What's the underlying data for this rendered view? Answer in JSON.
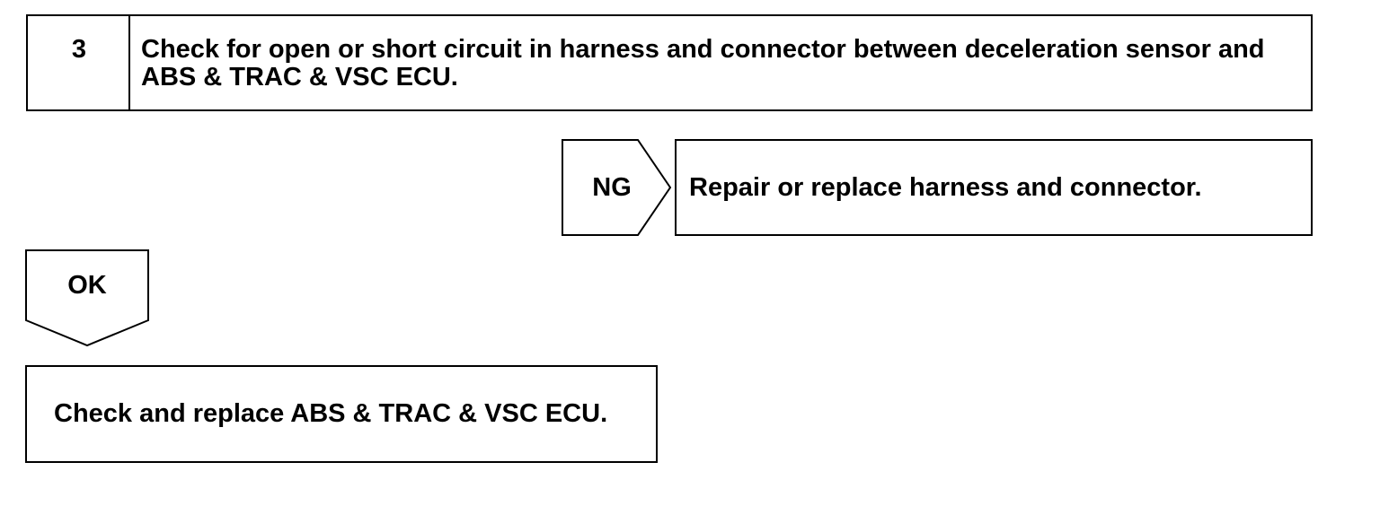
{
  "step": {
    "number": "3",
    "title": "Check for open or short circuit in harness and connector between deceleration sensor and ABS & TRAC & VSC ECU."
  },
  "ng_branch": {
    "label": "NG",
    "action": "Repair or replace harness and connector."
  },
  "ok_branch": {
    "label": "OK",
    "action": "Check and replace ABS & TRAC & VSC ECU."
  },
  "colors": {
    "line": "#000000",
    "background": "#ffffff"
  }
}
